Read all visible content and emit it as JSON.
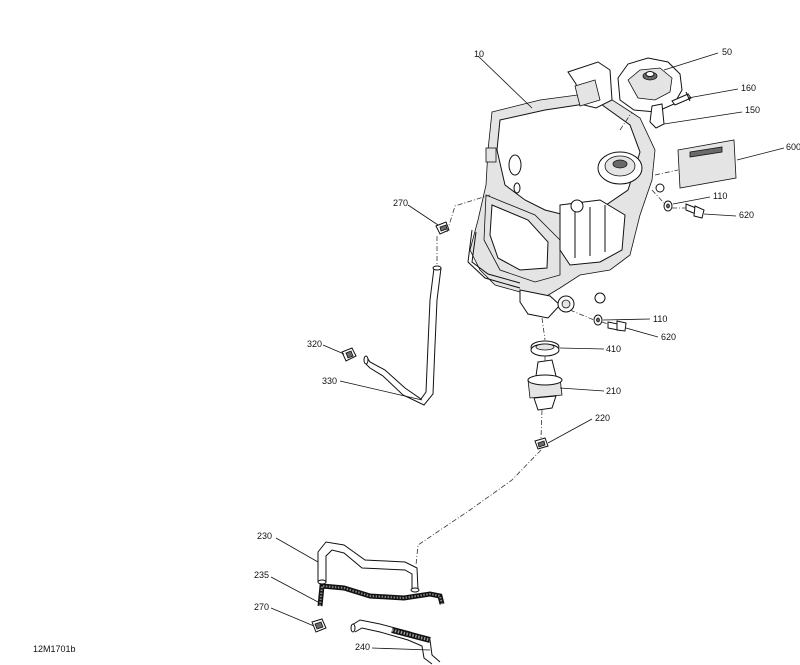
{
  "diagram": {
    "code": "12M1701b",
    "callouts": {
      "c10": "10",
      "c50": "50",
      "c160": "160",
      "c150": "150",
      "c600": "600",
      "c110a": "110",
      "c620a": "620",
      "c270a": "270",
      "c110b": "110",
      "c620b": "620",
      "c410": "410",
      "c210": "210",
      "c220": "220",
      "c320": "320",
      "c330": "330",
      "c230": "230",
      "c235": "235",
      "c270b": "270",
      "c240": "240"
    }
  }
}
